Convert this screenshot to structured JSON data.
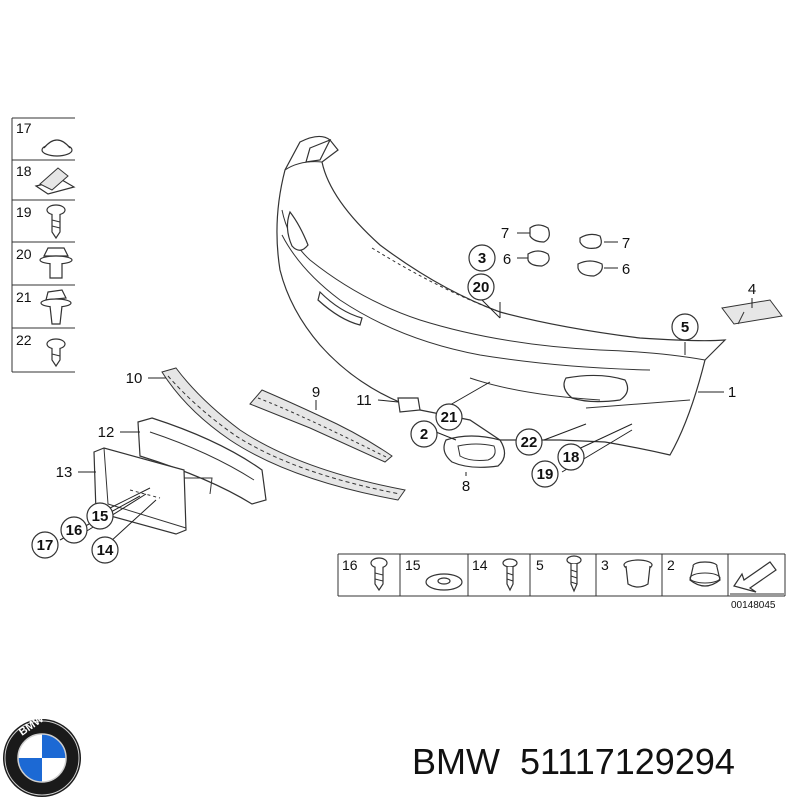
{
  "side_legend": [
    {
      "num": "17",
      "icon": "grommet-icon"
    },
    {
      "num": "18",
      "icon": "clip-nut-icon"
    },
    {
      "num": "19",
      "icon": "screw-icon"
    },
    {
      "num": "20",
      "icon": "collar-nut-icon"
    },
    {
      "num": "21",
      "icon": "expansion-rivet-icon"
    },
    {
      "num": "22",
      "icon": "short-screw-icon"
    }
  ],
  "callouts": {
    "p1": "1",
    "p2": "2",
    "p3": "3",
    "p4": "4",
    "p5": "5",
    "p6a": "6",
    "p6b": "6",
    "p7a": "7",
    "p7b": "7",
    "p8": "8",
    "p9": "9",
    "p10": "10",
    "p11": "11",
    "p12": "12",
    "p13": "13",
    "p14": "14",
    "p15": "15",
    "p16": "16",
    "p17": "17",
    "p18": "18",
    "p19": "19",
    "p20": "20",
    "p21": "21",
    "p22": "22"
  },
  "bottom_legend": [
    {
      "num": "16",
      "icon": "screw-icon"
    },
    {
      "num": "15",
      "icon": "washer-icon"
    },
    {
      "num": "14",
      "icon": "screw-icon"
    },
    {
      "num": "5",
      "icon": "screw-icon"
    },
    {
      "num": "3",
      "icon": "plug-icon"
    },
    {
      "num": "2",
      "icon": "plug-icon"
    }
  ],
  "diagram_code": "00148045",
  "brand": "BMW",
  "part_number": "51117129294",
  "logo_text": "BMW"
}
